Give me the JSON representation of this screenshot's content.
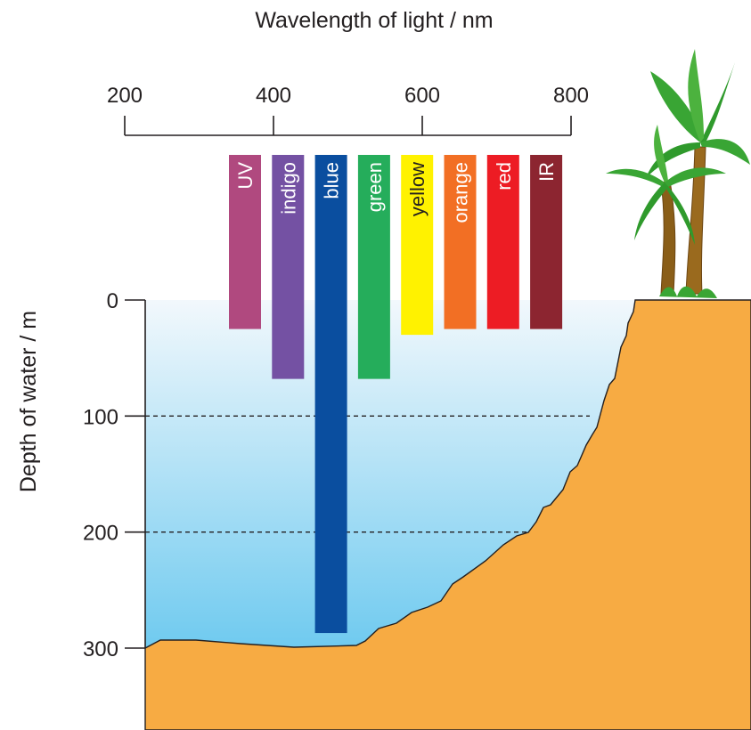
{
  "x_axis": {
    "title": "Wavelength of light / nm",
    "ticks": [
      {
        "value": 200,
        "label": "200"
      },
      {
        "value": 400,
        "label": "400"
      },
      {
        "value": 600,
        "label": "600"
      },
      {
        "value": 800,
        "label": "800"
      }
    ]
  },
  "y_axis": {
    "title": "Depth of water / m",
    "ticks": [
      {
        "value": 0,
        "label": "0"
      },
      {
        "value": 100,
        "label": "100"
      },
      {
        "value": 200,
        "label": "200"
      },
      {
        "value": 300,
        "label": "300"
      }
    ],
    "dashed_lines_at": [
      100,
      200
    ]
  },
  "bands": [
    {
      "label": "UV",
      "penetration_depth_m": 25,
      "color": "#b0497f",
      "text_color": "#ffffff"
    },
    {
      "label": "indigo",
      "penetration_depth_m": 68,
      "color": "#7451a3",
      "text_color": "#ffffff"
    },
    {
      "label": "blue",
      "penetration_depth_m": 287,
      "color": "#0a4e9f",
      "text_color": "#ffffff"
    },
    {
      "label": "green",
      "penetration_depth_m": 68,
      "color": "#25ad5b",
      "text_color": "#ffffff"
    },
    {
      "label": "yellow",
      "penetration_depth_m": 30,
      "color": "#fff200",
      "text_color": "#231f20"
    },
    {
      "label": "orange",
      "penetration_depth_m": 25,
      "color": "#f26f24",
      "text_color": "#ffffff"
    },
    {
      "label": "red",
      "penetration_depth_m": 25,
      "color": "#ed1c24",
      "text_color": "#ffffff"
    },
    {
      "label": "IR",
      "penetration_depth_m": 25,
      "color": "#8c2530",
      "text_color": "#ffffff"
    }
  ],
  "colors": {
    "water_top": "#f2f8fc",
    "water_bottom": "#6cc9ef",
    "land": "#f7ab43",
    "palm_trunk": "#9a6a1e",
    "palm_leaf": "#39a534"
  },
  "icons": [
    "palm-tree-icon"
  ]
}
